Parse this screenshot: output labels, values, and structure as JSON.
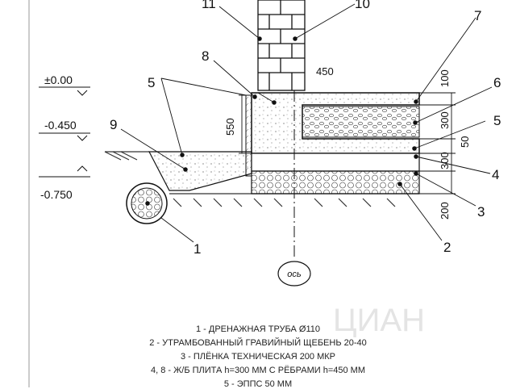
{
  "callouts": [
    "11",
    "10",
    "7",
    "8",
    "6",
    "5",
    "5",
    "9",
    "4",
    "3",
    "1",
    "2"
  ],
  "levels": {
    "zero": "±0.00",
    "mid": "-0.450",
    "low": "-0.750"
  },
  "dimensions": {
    "width_450": "450",
    "height_550": "550",
    "d100": "100",
    "d300a": "300",
    "d50": "50",
    "d300b": "300",
    "d200": "200"
  },
  "axis_label": "ось",
  "watermark": "ЦИАН",
  "legend": [
    "1 - ДРЕНАЖНАЯ ТРУБА Ø110",
    "2 - УТРАМБОВАННЫЙ ГРАВИЙНЫЙ ЩЕБЕНЬ 20-40",
    "3 - ПЛЁНКА ТЕХНИЧЕСКАЯ 200 МКР",
    "4, 8 - Ж/Б ПЛИТА h=300 ММ С РЁБРАМИ h=450 ММ",
    "5 - ЭППС 50 ММ"
  ],
  "colors": {
    "line": "#111111",
    "soil": "#555555",
    "watermark": "#e4e4e4"
  }
}
